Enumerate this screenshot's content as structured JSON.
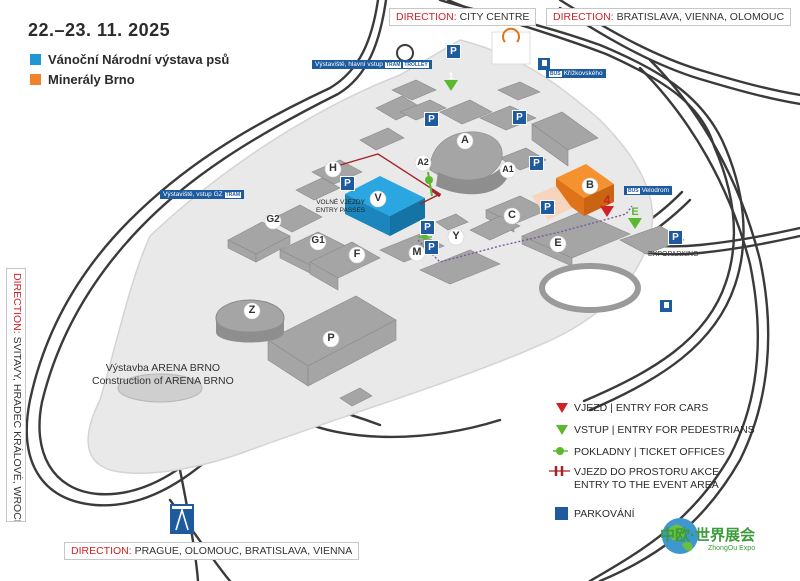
{
  "header": {
    "date": "22.–23. 11. 2025",
    "events": [
      {
        "name": "Vánoční Národní výstava psů",
        "color": "#1f97d4"
      },
      {
        "name": "Minerály Brno",
        "color": "#f0822b"
      }
    ]
  },
  "directions": {
    "top_center": {
      "prefix": "DIRECTION:",
      "rest": " CITY CENTRE"
    },
    "top_right": {
      "prefix": "DIRECTION:",
      "rest": " BRATISLAVA, VIENNA, OLOMOUC"
    },
    "bottom": {
      "prefix": "DIRECTION:",
      "rest": " PRAGUE, OLOMOUC, BRATISLAVA, VIENNA"
    },
    "left": {
      "prefix": "DIRECTION:",
      "rest": " SVITAVY, HRADEC KRÁLOVÉ, WROCLAW"
    }
  },
  "stops": {
    "main_entry": "Výstaviště, hlavní vstup",
    "gate_gz": "Výstaviště, vstup GZ",
    "krizkovskeho": "Křížkovského",
    "velodrom": "Velodrom",
    "tram_tag": "TRAM",
    "bus_tag": "BUS",
    "trolley_tag": "TROLLEY"
  },
  "halls": {
    "A": "A",
    "A1": "A1",
    "A2": "A2",
    "B": "B",
    "C": "C",
    "E": "E",
    "F": "F",
    "G1": "G1",
    "G2": "G2",
    "H": "H",
    "M": "M",
    "V": "V",
    "Y": "Y",
    "Z": "Z",
    "P": "P"
  },
  "entrances": {
    "one": "1",
    "four": "4",
    "e": "E"
  },
  "parking_symbol": "P",
  "expoparking": "EXPOPARKING",
  "entry_passes": {
    "line1": "VOLNÉ VJEZDY",
    "line2": "ENTRY PASSES"
  },
  "arena": {
    "line1": "Výstavba ARENA BRNO",
    "line2": "Construction of ARENA BRNO"
  },
  "legend": {
    "cars": "VJEZD | ENTRY FOR CARS",
    "pedestrians": "VSTUP | ENTRY FOR PEDESTRIANS",
    "tickets": "POKLADNY | TICKET OFFICES",
    "event_area_1": "VJEZD DO PROSTORU AKCE",
    "event_area_2": "ENTRY TO THE EVENT AREA",
    "parking": "PARKOVÁNÍ"
  },
  "logo": {
    "cn": "中欧·世界展会",
    "en": "ZhongOu Expo"
  },
  "colors": {
    "dog_show": "#1f97d4",
    "minerals": "#f0822b",
    "parking_blue": "#1d5a9e",
    "car_red": "#d31f26",
    "pedestrian_green": "#5cb82e",
    "event_entry": "#a3232b"
  }
}
